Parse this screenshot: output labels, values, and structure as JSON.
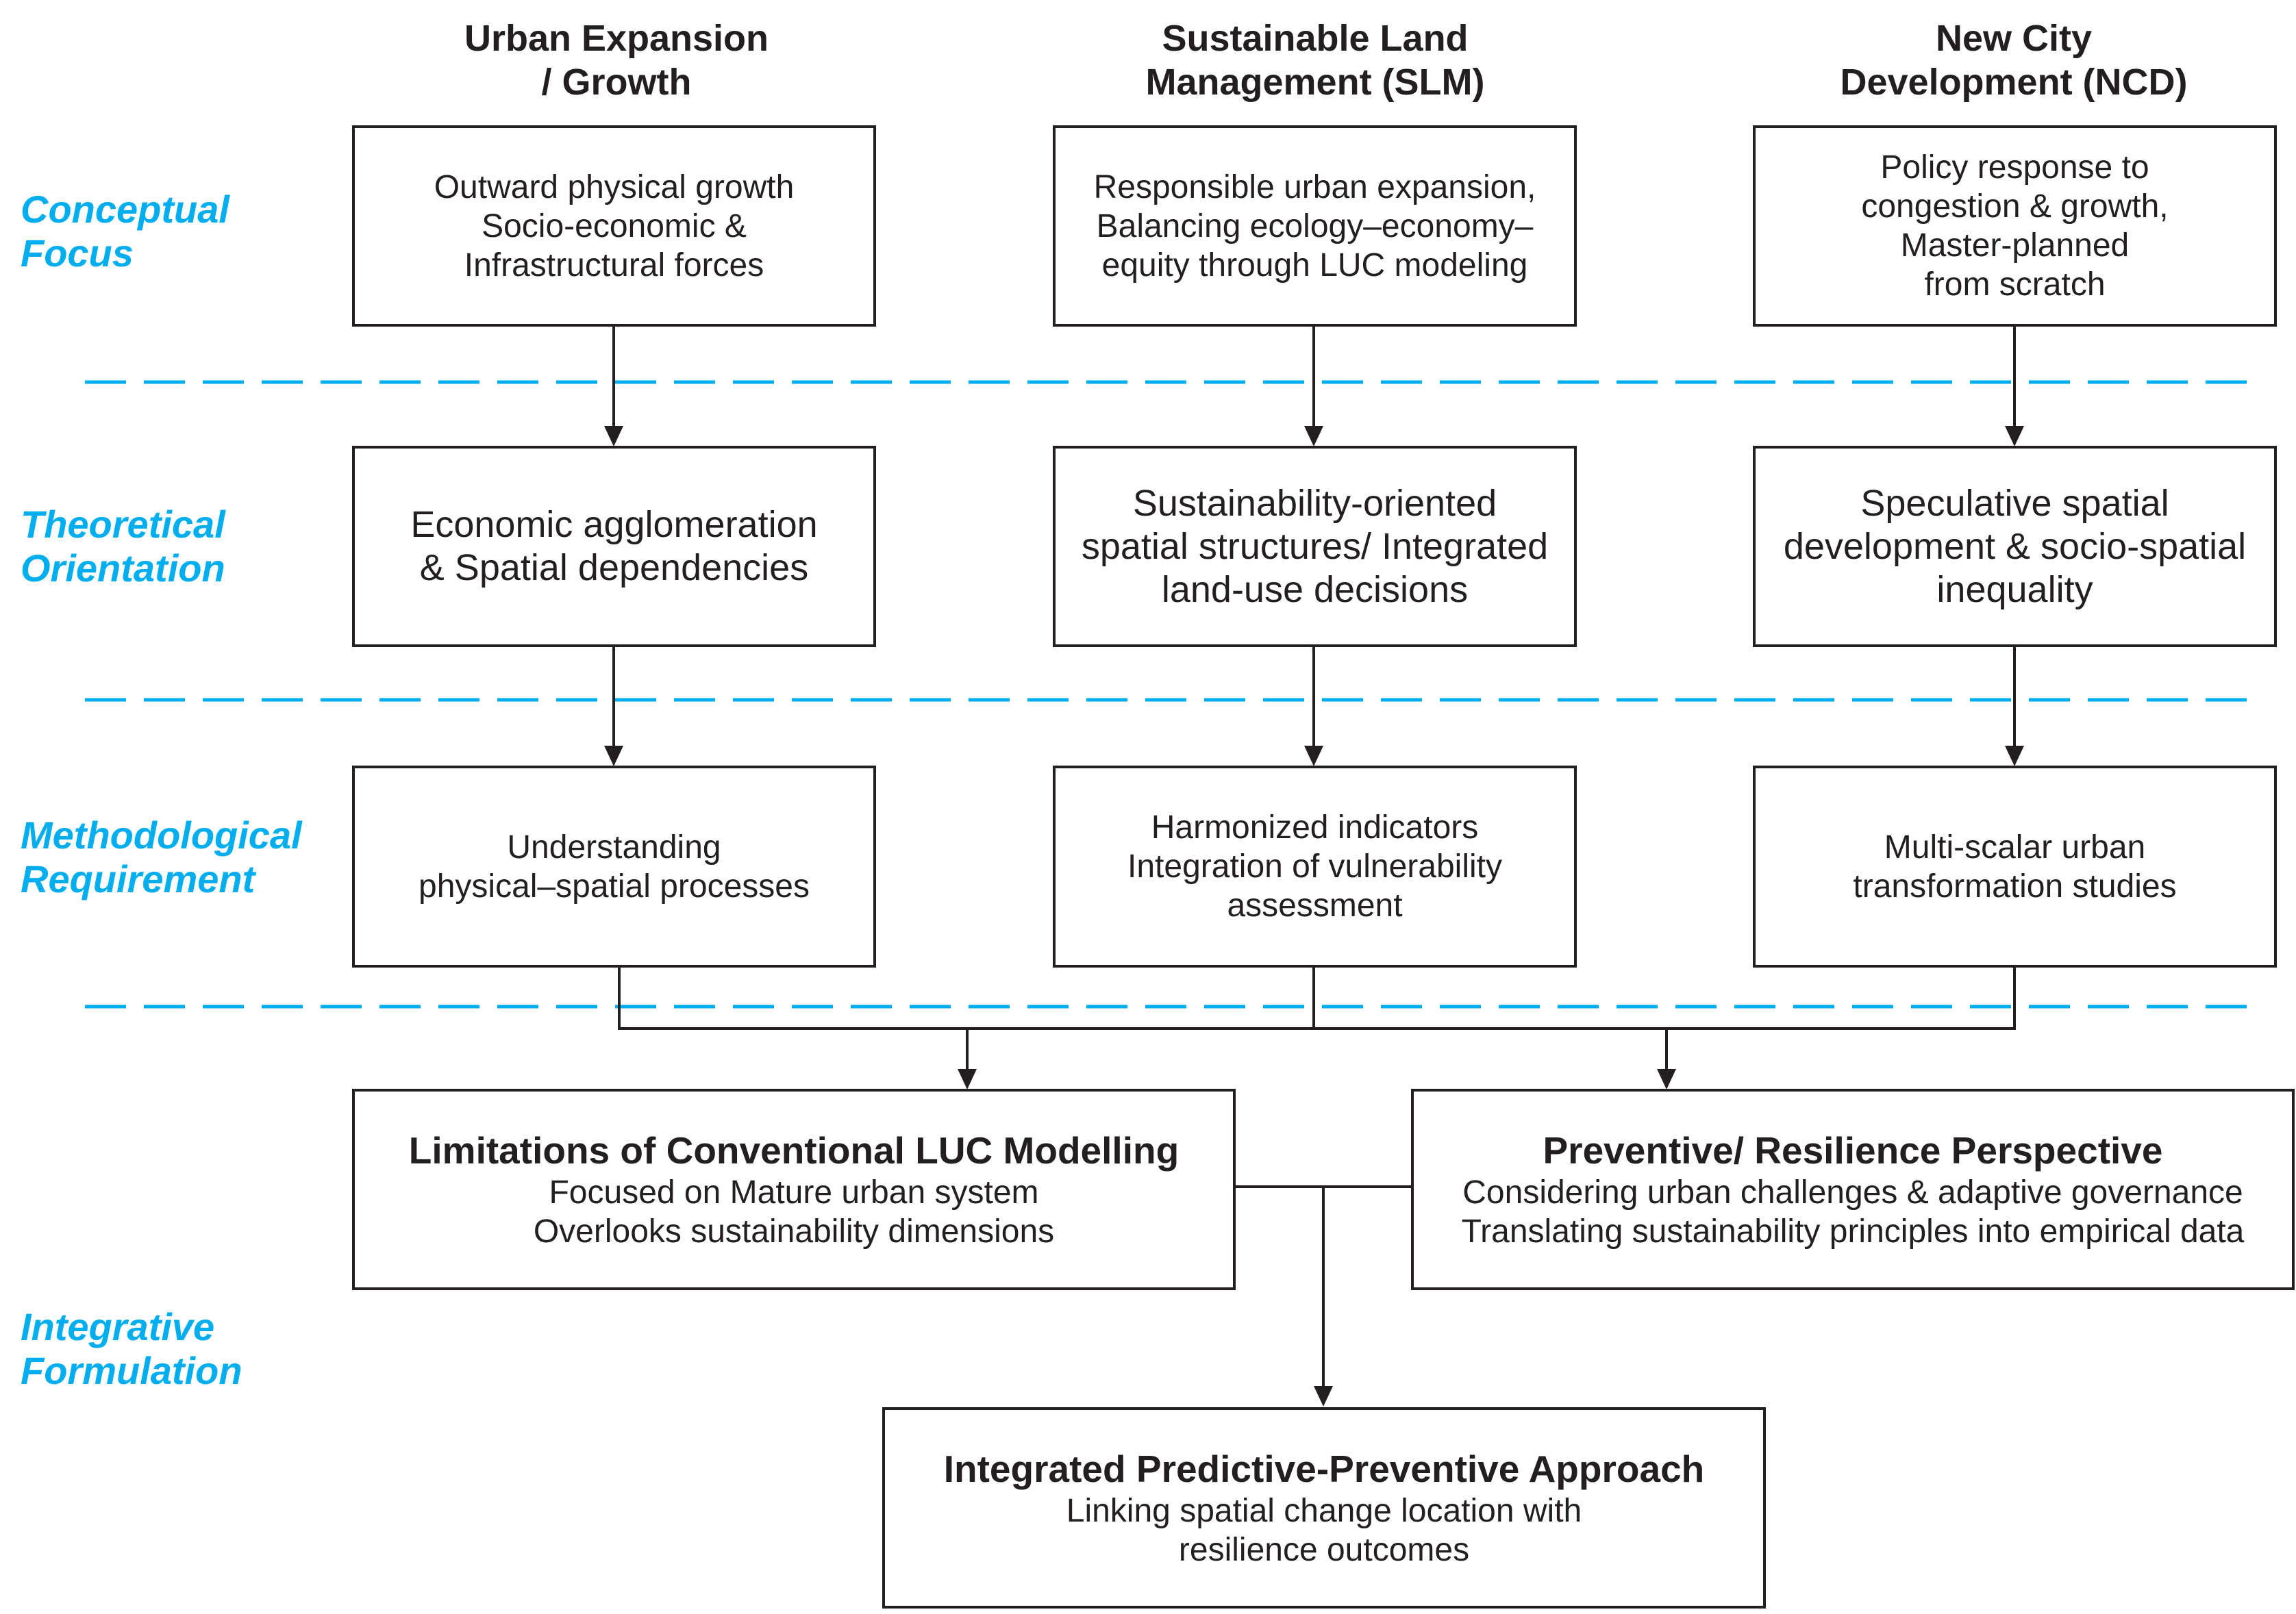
{
  "columns": [
    {
      "title": "Urban Expansion\n/ Growth"
    },
    {
      "title": "Sustainable Land\nManagement (SLM)"
    },
    {
      "title": "New City\nDevelopment (NCD)"
    }
  ],
  "rows": [
    {
      "label": "Conceptual\nFocus"
    },
    {
      "label": "Theoretical\nOrientation"
    },
    {
      "label": "Methodological\nRequirement"
    },
    {
      "label": "Integrative\nFormulation"
    }
  ],
  "boxes": {
    "conceptual": [
      "Outward physical growth\nSocio-economic &\nInfrastructural forces",
      "Responsible urban expansion,\nBalancing ecology–economy–\nequity through LUC modeling",
      "Policy response to\ncongestion & growth,\nMaster-planned\nfrom scratch"
    ],
    "theoretical": [
      "Economic agglomeration\n& Spatial dependencies",
      "Sustainability-oriented\nspatial structures/ Integrated\nland-use decisions",
      "Speculative spatial\ndevelopment & socio-spatial\ninequality"
    ],
    "methodological": [
      "Understanding\nphysical–spatial processes",
      "Harmonized indicators\nIntegration of vulnerability\nassessment",
      "Multi-scalar urban\ntransformation studies"
    ]
  },
  "limitations": {
    "title": "Limitations of Conventional LUC Modelling",
    "text": "Focused on Mature urban system\nOverlooks sustainability dimensions"
  },
  "preventive": {
    "title": "Preventive/ Resilience Perspective",
    "text": "Considering urban challenges & adaptive governance\nTranslating sustainability principles into empirical data"
  },
  "integrated": {
    "title": "Integrated Predictive-Preventive Approach",
    "text": "Linking spatial change location with\nresilience outcomes"
  },
  "colors": {
    "accent": "#00aeef",
    "line": "#231f20",
    "text": "#231f20"
  }
}
